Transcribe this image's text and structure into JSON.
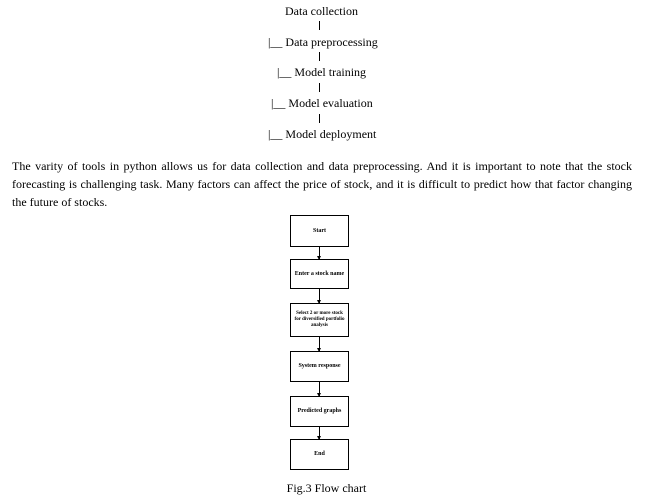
{
  "tree": {
    "root": "Data collection",
    "items": [
      "|__ Data preprocessing",
      "|__ Model training",
      "|__ Model evaluation",
      "|__ Model deployment"
    ]
  },
  "paragraph": "The varity of tools in python allows us for data collection and data preprocessing. And it is important to note that the stock forecasting is challenging task. Many factors can affect the price of stock, and it is difficult to predict how that factor changing the future of stocks.",
  "flowchart": {
    "steps": [
      "Start",
      "Enter a stock name",
      "Select 2 or more stock for diversified portfolio analysis",
      "System response",
      "Predicted graphs",
      "End"
    ],
    "caption": "Fig.3 Flow chart"
  }
}
